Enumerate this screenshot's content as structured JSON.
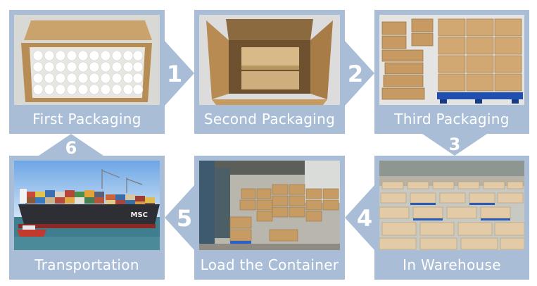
{
  "steps": [
    {
      "number": "1",
      "label": "First Packaging"
    },
    {
      "number": "2",
      "label": "Second Packaging"
    },
    {
      "number": "3",
      "label": "Third Packaging"
    },
    {
      "number": "4",
      "label": "In Warehouse"
    },
    {
      "number": "5",
      "label": "Load the Container"
    },
    {
      "number": "6",
      "label": "Transportation"
    }
  ],
  "photos": {
    "ship_marking": "MSC"
  },
  "colors": {
    "panel": "#a9bed6",
    "arrow": "#a9bed6",
    "text": "#ffffff"
  }
}
